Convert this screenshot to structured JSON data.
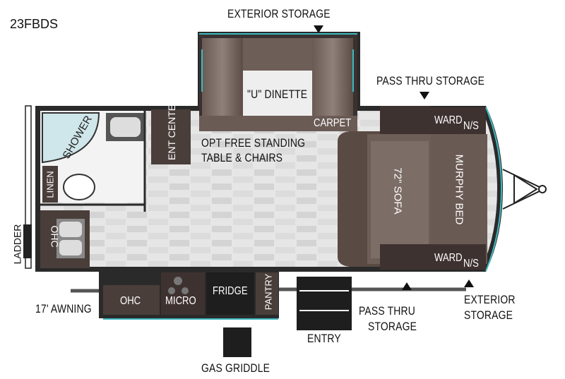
{
  "model": "23FBDS",
  "labels": {
    "exterior_storage_top": "EXTERIOR STORAGE",
    "pass_thru_storage_top": "PASS THRU STORAGE",
    "u_dinette": "\"U\" DINETTE",
    "carpet": "CARPET",
    "opt_table_1": "OPT FREE STANDING",
    "opt_table_2": "TABLE & CHAIRS",
    "ent_center": "ENT CENTER",
    "shower": "SHOWER",
    "linen": "LINEN",
    "ohc_left": "OHC",
    "ladder": "LADDER",
    "sofa": "72\" SOFA",
    "murphy_bed": "MURPHY BED",
    "ward_top": "WARD",
    "ns_top": "N/S",
    "ward_bottom": "WARD",
    "ns_bottom": "N/S",
    "ohc_bottom": "OHC",
    "micro": "MICRO",
    "fridge": "FRIDGE",
    "pantry": "PANTRY",
    "awning": "17' AWNING",
    "entry": "ENTRY",
    "pass_thru_bottom_1": "PASS THRU",
    "pass_thru_bottom_2": "STORAGE",
    "exterior_bottom_1": "EXTERIOR",
    "exterior_bottom_2": "STORAGE",
    "gas_griddle": "GAS GRIDDLE"
  },
  "colors": {
    "wall": "#2a2a2a",
    "furniture": "#5a4a44",
    "furniture_light": "#8a7a74",
    "floor_light": "#e4e4e4",
    "floor_dark": "#cfcfcf",
    "accent": "#3fb8c0"
  }
}
